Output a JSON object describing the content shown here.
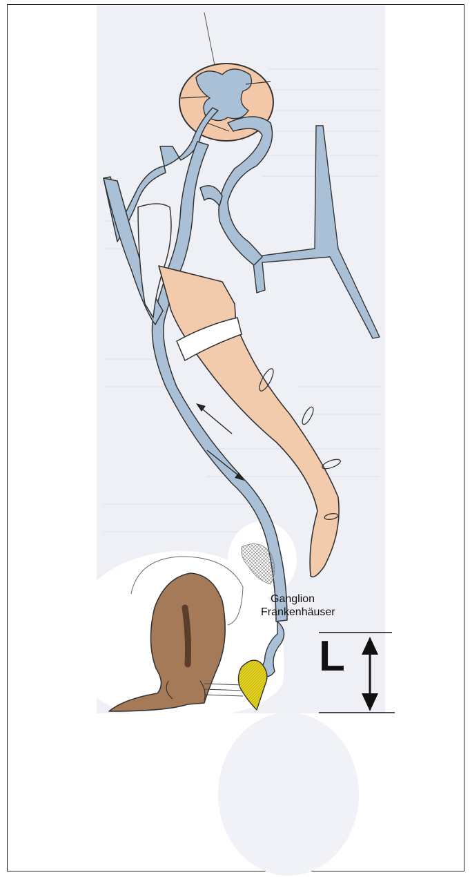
{
  "labels": {
    "ganglion_line1": "Ganglion",
    "ganglion_line2": "Frankenhäuser",
    "length": "L"
  },
  "colors": {
    "nerve": "#a9c0d6",
    "spinal_cord": "#f2c8a8",
    "ureter": "#f2cbad",
    "uterus": "#a57a58",
    "ganglion": "#e4d320",
    "outline": "#333333",
    "background_paper": "#eef0f6"
  },
  "icons": {
    "arrow_up": "arrow-up-icon",
    "arrow_down": "arrow-down-icon",
    "double_arrow": "double-arrow-icon"
  }
}
